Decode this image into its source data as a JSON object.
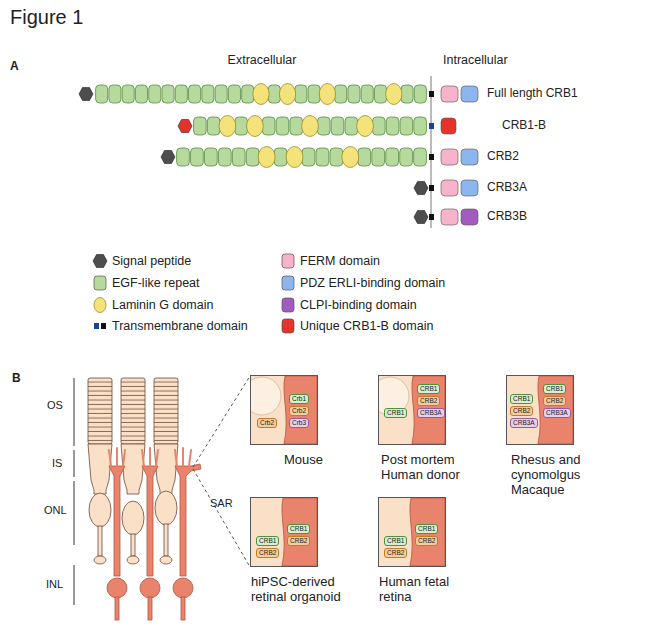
{
  "diagram": {
    "title": "Figure 1",
    "nodes": [
      {
        "text": [
          "Mouse"
        ]
      },
      {
        "text": [
          "Crb2"
        ],
        "in": 0
      },
      {
        "text": [
          "Crb1"
        ],
        "in": 0
      },
      {
        "text": [
          "Crb2"
        ],
        "in": 0
      },
      {
        "text": [
          "Crb3"
        ],
        "in": 0
      },
      {
        "text": [
          "Post mortem Human donor"
        ]
      },
      {
        "text": [
          "CRB1"
        ],
        "in": 5
      },
      {
        "text": [
          "CRB1"
        ],
        "in": 5
      },
      {
        "text": [
          "CRB2"
        ],
        "in": 5
      },
      {
        "text": [
          "CRB3A"
        ],
        "in": 5
      },
      {
        "text": [
          "Rhesus and cynomolgus Macaque"
        ]
      },
      {
        "text": [
          "CRB1"
        ],
        "in": 10
      },
      {
        "text": [
          "CRB2"
        ],
        "in": 10
      },
      {
        "text": [
          "CRB3A"
        ],
        "in": 10
      },
      {
        "text": [
          "CRB1"
        ],
        "in": 10
      },
      {
        "text": [
          "CRB2"
        ],
        "in": 10
      },
      {
        "text": [
          "CRB3A"
        ],
        "in": 10
      },
      {
        "text": [
          "hiPSC-derived retinal organoid"
        ]
      },
      {
        "text": [
          "CRB1"
        ],
        "in": 17
      },
      {
        "text": [
          "CRB2"
        ],
        "in": 17
      },
      {
        "text": [
          "CRB1"
        ],
        "in": 17
      },
      {
        "text": [
          "CRB2"
        ],
        "in": 17
      },
      {
        "text": [
          "Human fetal retina"
        ]
      },
      {
        "text": [
          "CRB1"
        ],
        "in": 22
      },
      {
        "text": [
          "CRB2"
        ],
        "in": 22
      },
      {
        "text": [
          "CRB1"
        ],
        "in": 22
      },
      {
        "text": [
          "CRB2"
        ],
        "in": 22
      }
    ],
    "labels": [
      "A",
      "Extracellular",
      "Intracellular",
      "Full length CRB1",
      "CRB1-B",
      "CRB2",
      "CRB3A",
      "CRB3B",
      "B",
      "OS",
      "IS",
      "ONL",
      "INL",
      "SAR"
    ],
    "legend": [
      {
        "text": "Signal peptide",
        "color": "#4d4d4d"
      },
      {
        "text": "EGF-like repeat",
        "color": "#b6da9d"
      },
      {
        "text": "Laminin G domain",
        "color": "#f4e37a"
      },
      {
        "text": "Transmembrane domain"
      },
      {
        "text": "FERM domain",
        "color": "#f6b3cb"
      },
      {
        "text": "PDZ ERLI-binding domain",
        "color": "#8db6ee"
      },
      {
        "text": "CLPI-binding domain",
        "color": "#a35bbf"
      },
      {
        "text": "Unique CRB1-B domain",
        "color": "#e6332a"
      }
    ]
  }
}
